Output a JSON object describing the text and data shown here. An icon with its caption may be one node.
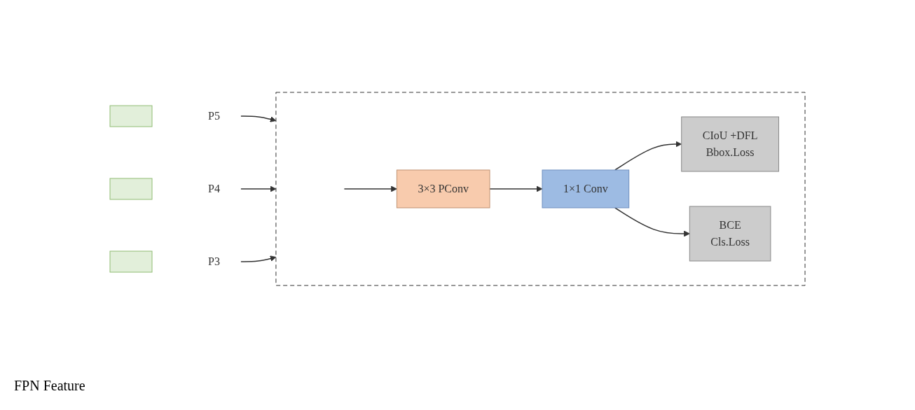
{
  "diagram": {
    "nodes": [
      {
        "text": [],
        "shape": "box"
      },
      {
        "text": [
          "P5"
        ]
      },
      {
        "text": [],
        "shape": "box"
      },
      {
        "text": [
          "P4"
        ]
      },
      {
        "text": [],
        "shape": "box"
      },
      {
        "text": [
          "P3"
        ]
      },
      {
        "text": [],
        "shape": "box"
      },
      {
        "text": [
          "3×3 PConv"
        ],
        "in": 6
      },
      {
        "text": [
          "1×1 Conv"
        ],
        "in": 6
      },
      {
        "text": [
          "CIoU +DFL",
          "Bbox.Loss"
        ],
        "in": 6
      },
      {
        "text": [
          "BCE",
          "Cls.Loss"
        ],
        "in": 6
      }
    ],
    "edges": [
      {
        "from": 1,
        "to": 6,
        "arrow": "to"
      },
      {
        "from": 3,
        "to": 6,
        "arrow": "to"
      },
      {
        "from": 5,
        "to": 6,
        "arrow": "to"
      },
      {
        "from": null,
        "to": 7,
        "arrow": "to"
      },
      {
        "from": 7,
        "to": 8,
        "arrow": "to"
      },
      {
        "from": 8,
        "to": 9,
        "arrow": "to"
      },
      {
        "from": 8,
        "to": 10,
        "arrow": "to"
      }
    ],
    "labels": [
      "FPN Feature"
    ]
  }
}
